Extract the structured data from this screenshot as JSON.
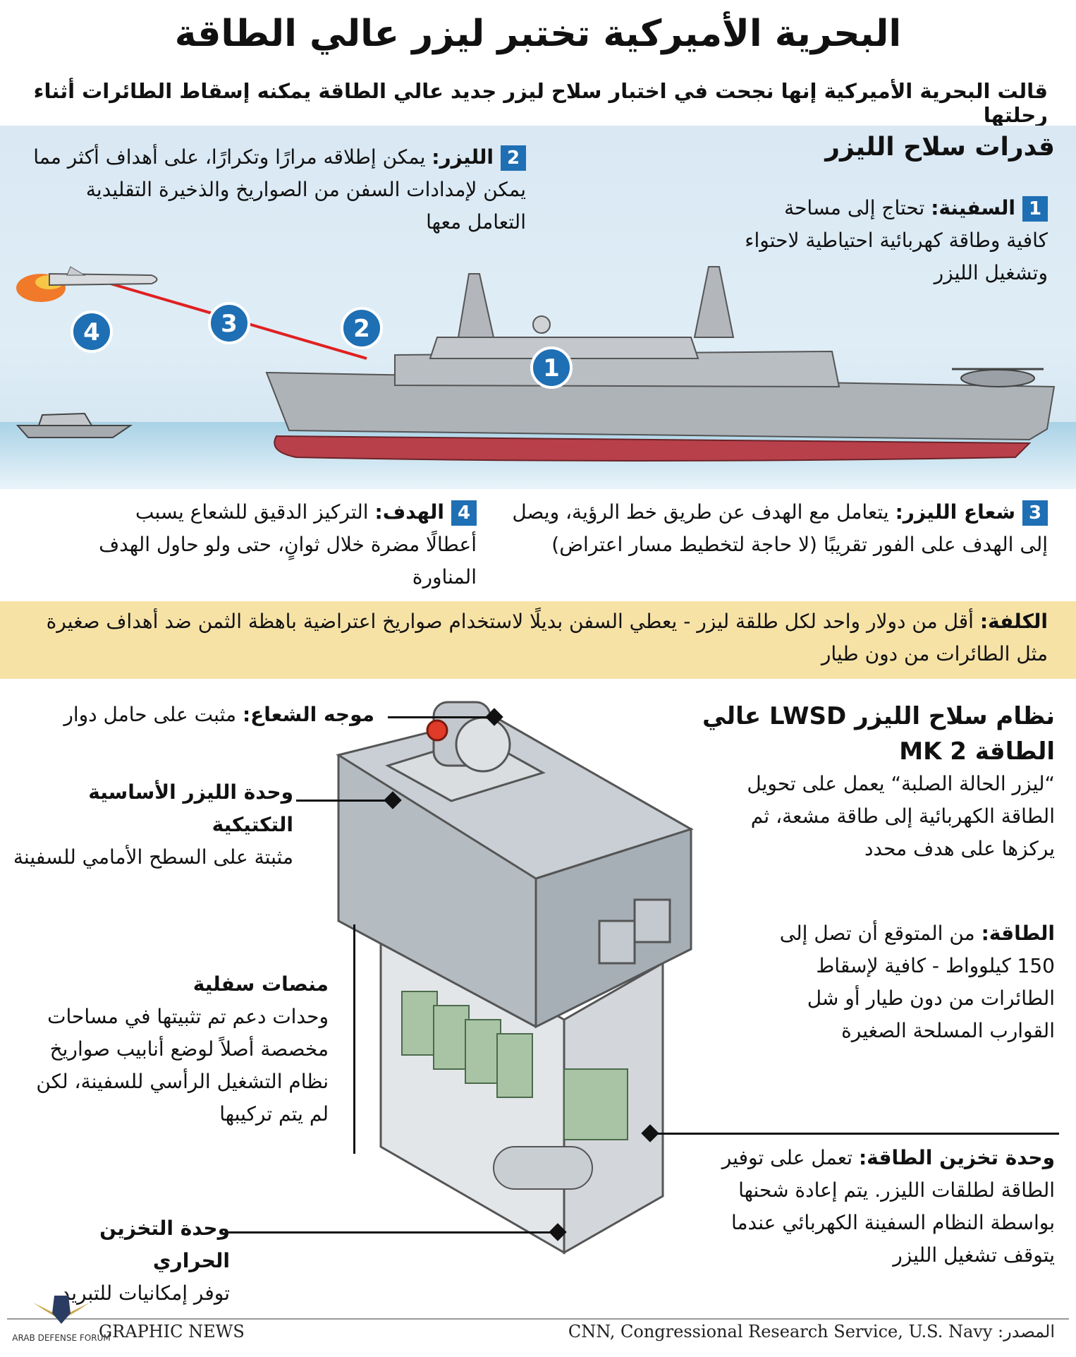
{
  "header": {
    "title": "البحرية الأميركية تختبر ليزر عالي الطاقة",
    "subtitle": "قالت البحرية الأميركية إنها نجحت في اختبار سلاح ليزر جديد عالي الطاقة يمكنه إسقاط الطائرات أثناء رحلتها"
  },
  "capabilities": {
    "heading": "قدرات سلاح الليزر",
    "ship": {
      "num": "1",
      "label": "السفينة:",
      "text": " تحتاج إلى مساحة كافية وطاقة كهربائية احتياطية لاحتواء وتشغيل الليزر"
    },
    "laser": {
      "num": "2",
      "label": "الليزر:",
      "text": " يمكن إطلاقه مرارًا وتكرارًا، على أهداف أكثر مما يمكن لإمدادات السفن من الصواريخ والذخيرة التقليدية التعامل معها"
    },
    "beam": {
      "num": "3",
      "label": "شعاع الليزر:",
      "text": " يتعامل مع الهدف عن طريق خط الرؤية، ويصل إلى الهدف على الفور تقريبًا (لا حاجة لتخطيط مسار اعتراض)"
    },
    "target": {
      "num": "4",
      "label": "الهدف:",
      "text": " التركيز الدقيق للشعاع يسبب أعطالًا مضرة خلال ثوانٍ، حتى ولو حاول الهدف المناورة"
    }
  },
  "markers": [
    "1",
    "2",
    "3",
    "4"
  ],
  "cost": {
    "label": "الكلفة:",
    "text": " أقل من دولار واحد لكل طلقة ليزر - يعطي السفن بديلًا لاستخدام صواريخ اعتراضية باهظة الثمن ضد أهداف صغيرة مثل الطائرات من دون طيار"
  },
  "system": {
    "title": "نظام سلاح الليزر LWSD عالي الطاقة MK 2",
    "description": "“ليزر الحالة الصلبة“ يعمل على تحويل الطاقة الكهربائية إلى طاقة مشعة، ثم يركزها على هدف محدد",
    "power": {
      "label": "الطاقة:",
      "text": " من المتوقع أن تصل إلى 150 كيلوواط - كافية لإسقاط الطائرات من دون طيار أو شل القوارب المسلحة الصغيرة"
    },
    "beam_director": {
      "label": "موجه الشعاع:",
      "text": " مثبت على حامل دوار"
    },
    "laser_unit": {
      "label": "وحدة الليزر الأساسية التكتيكية",
      "text": "مثبتة على السطح الأمامي للسفينة"
    },
    "lower_platforms": {
      "label": "منصات سفلية",
      "text": "وحدات دعم تم تثبيتها في مساحات مخصصة أصلاً لوضع أنابيب صواريخ نظام التشغيل الرأسي للسفينة، لكن لم يتم تركيبها"
    },
    "energy_storage": {
      "label": "وحدة تخزين الطاقة:",
      "text": " تعمل على توفير الطاقة لطلقات الليزر. يتم إعادة شحنها بواسطة النظام السفينة الكهربائي عندما يتوقف تشغيل الليزر"
    },
    "thermal_storage": {
      "label": "وحدة التخزين الحراري",
      "text": "توفر إمكانيات للتبريد"
    }
  },
  "footer": {
    "source": "المصدر: CNN, Congressional Research Service, U.S. Navy",
    "credit": "GRAPHIC NEWS",
    "watermark": "ARAB DEFENSE FORUM"
  },
  "colors": {
    "accent_blue": "#1e6fb4",
    "laser_red": "#e02020",
    "hull_red": "#b8404a",
    "cost_band": "#f7e2a6",
    "sky": "#dcebf4"
  }
}
